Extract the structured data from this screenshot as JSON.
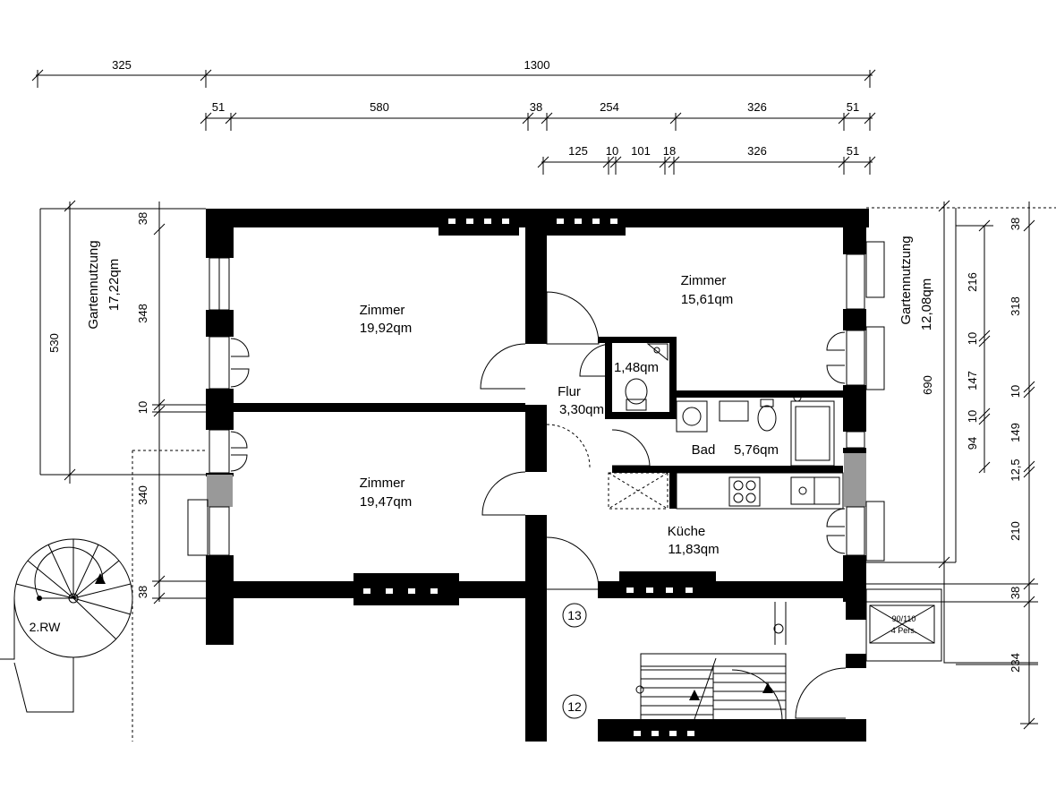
{
  "rooms": {
    "zimmer_1": {
      "name": "Zimmer",
      "area": "19,92qm"
    },
    "zimmer_2": {
      "name": "Zimmer",
      "area": "15,61qm"
    },
    "zimmer_3": {
      "name": "Zimmer",
      "area": "19,47qm"
    },
    "wc": {
      "area": "1,48qm"
    },
    "flur": {
      "name": "Flur",
      "area": "3,30qm"
    },
    "bad": {
      "name": "Bad",
      "area": "5,76qm"
    },
    "kueche": {
      "name": "Küche",
      "area": "11,83qm"
    },
    "garden_left": {
      "name": "Gartennutzung",
      "area": "17,22qm"
    },
    "garden_right": {
      "name": "Gartennutzung",
      "area": "12,08qm"
    }
  },
  "stair_labels": {
    "stair": "2.RW",
    "apt_13": "13",
    "apt_12": "12"
  },
  "elevator": {
    "size": "90/110",
    "persons": "4 Pers."
  },
  "dimensions": {
    "top_row1": [
      "325",
      "1300"
    ],
    "top_row2": [
      "51",
      "580",
      "38",
      "254",
      "326",
      "51"
    ],
    "top_row3": [
      "125",
      "10",
      "101",
      "18",
      "326",
      "51"
    ],
    "left_outer": "530",
    "left_inner": [
      "38",
      "348",
      "10",
      "340",
      "38"
    ],
    "right_outer": "690",
    "right_mid": [
      "216",
      "10",
      "147",
      "10",
      "149",
      "12,5"
    ],
    "right_inner": [
      "38",
      "318",
      "10",
      "94",
      "210",
      "38",
      "234"
    ]
  }
}
